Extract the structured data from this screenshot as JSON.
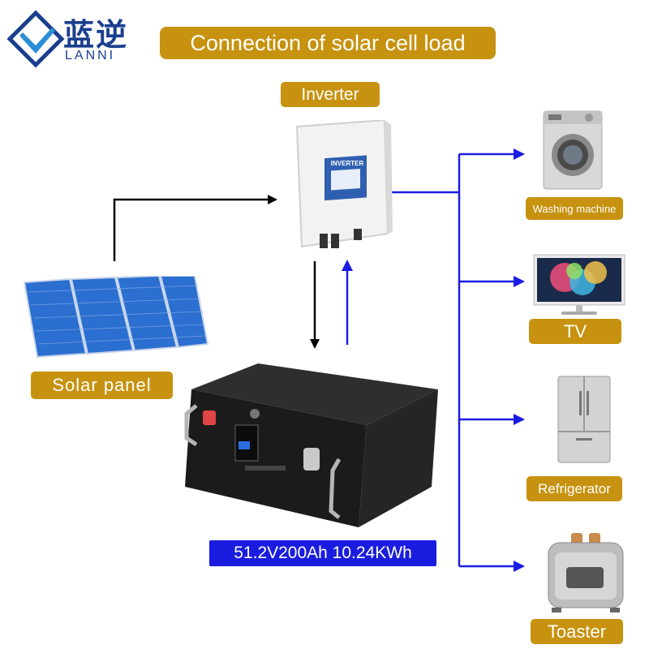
{
  "logo": {
    "name_cn": "蓝逆",
    "name_en": "LANNI"
  },
  "title": "Connection of solar cell load",
  "inverter": {
    "label": "Inverter",
    "panel_text": "INVERTER"
  },
  "solar_panel": {
    "label": "Solar panel"
  },
  "battery": {
    "spec": "51.2V200Ah 10.24KWh"
  },
  "loads": [
    {
      "label": "Washing machine",
      "icon": "washing-machine-icon"
    },
    {
      "label": "TV",
      "icon": "tv-icon"
    },
    {
      "label": "Refrigerator",
      "icon": "refrigerator-icon"
    },
    {
      "label": "Toaster",
      "icon": "toaster-icon"
    }
  ],
  "colors": {
    "label_bg": "#c7920f",
    "brand": "#1b3f8e",
    "flow_dc": "#000000",
    "flow_ac": "#1a1de0"
  }
}
